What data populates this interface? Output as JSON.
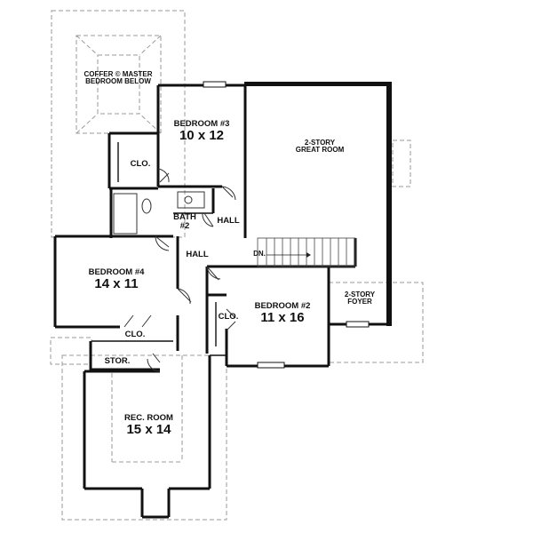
{
  "rooms": {
    "coffer_note": {
      "line1": "COFFER © MASTER",
      "line2": "BEDROOM BELOW"
    },
    "bedroom3": {
      "name": "BEDROOM #3",
      "size": "10 x 12"
    },
    "great_room": {
      "line1": "2-STORY",
      "line2": "GREAT ROOM"
    },
    "clo_bed3": "CLO.",
    "bath2": {
      "line1": "BATH",
      "line2": "#2"
    },
    "hall_upper": "HALL",
    "hall_lower": "HALL",
    "dn": "DN.",
    "bedroom4": {
      "name": "BEDROOM #4",
      "size": "14 x 11"
    },
    "bedroom2": {
      "name": "BEDROOM #2",
      "size": "11 x 16"
    },
    "clo_bed2": "CLO.",
    "foyer": {
      "line1": "2-STORY",
      "line2": "FOYER"
    },
    "clo_bed4": "CLO.",
    "stor": "STOR.",
    "rec_room": {
      "name": "REC. ROOM",
      "size": "15 x 14"
    }
  }
}
